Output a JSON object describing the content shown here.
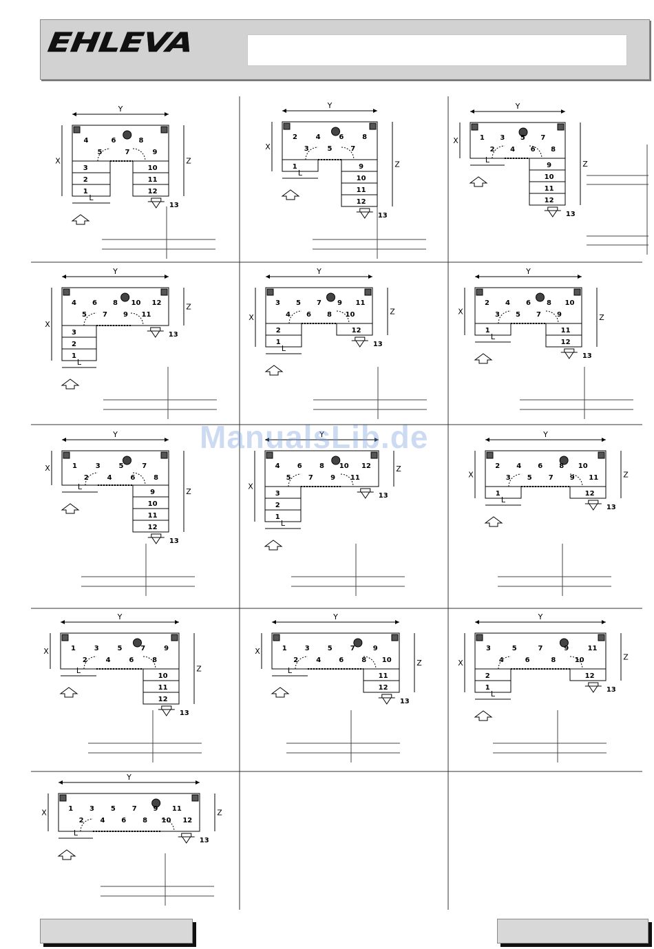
{
  "brand": {
    "name": "EHLEVA",
    "reg": "®"
  },
  "watermark": "ManualsLib.de",
  "dimension_labels": {
    "y": "Y",
    "x": "X",
    "z": "Z",
    "l": "L"
  },
  "step_numbers": [
    "1",
    "2",
    "3",
    "4",
    "5",
    "6",
    "7",
    "8",
    "9",
    "10",
    "11",
    "12",
    "13"
  ],
  "diagrams": [
    {
      "id": "d1",
      "variant": "left-3",
      "last_step": "13"
    },
    {
      "id": "d2",
      "variant": "left-2",
      "last_step": "13"
    },
    {
      "id": "d3",
      "variant": "left-1",
      "last_step": "13"
    },
    {
      "id": "d4",
      "variant": "left-4",
      "last_step": "13"
    },
    {
      "id": "d5",
      "variant": "left-3b",
      "last_step": "13"
    },
    {
      "id": "d6",
      "variant": "left-2b",
      "last_step": "13"
    },
    {
      "id": "d7",
      "variant": "left-1b",
      "last_step": "13"
    },
    {
      "id": "d8",
      "variant": "left-3c",
      "last_step": "13"
    },
    {
      "id": "d9",
      "variant": "left-2c",
      "last_step": "13"
    },
    {
      "id": "d10",
      "variant": "left-1c",
      "last_step": "13"
    },
    {
      "id": "d11",
      "variant": "left-1d",
      "last_step": "13"
    },
    {
      "id": "d12",
      "variant": "left-2d",
      "last_step": "13"
    },
    {
      "id": "d13",
      "variant": "straight",
      "last_step": "13"
    }
  ]
}
